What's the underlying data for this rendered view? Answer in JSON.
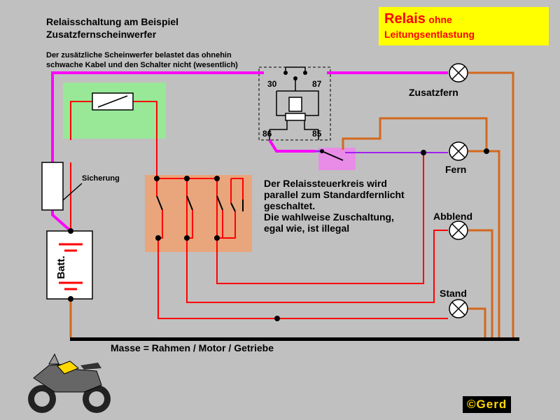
{
  "title_line1": "Relaisschaltung am Beispiel",
  "title_line2": "Zusatzfernscheinwerfer",
  "subtitle_line1": "Der zusätzliche Scheinwerfer belastet das ohnehin",
  "subtitle_line2": "schwache Kabel und den Schalter nicht (wesentlich)",
  "badge": {
    "word1": "Relais",
    "word2": "ohne",
    "line2": "Leitungsentlastung"
  },
  "relay_pins": {
    "p30": "30",
    "p87": "87",
    "p86": "86",
    "p85": "85"
  },
  "lamps": {
    "zusatzfern": "Zusatzfern",
    "fern": "Fern",
    "abblend": "Abblend",
    "stand": "Stand"
  },
  "fuse_label": "Sicherung",
  "battery_label": "Batt.",
  "description": [
    "Der Relaissteuerkreis wird",
    "parallel zum Standardfernlicht",
    "geschaltet.",
    "Die wahlweise Zuschaltung,",
    "egal wie, ist illegal"
  ],
  "ground_label": "Masse = Rahmen / Motor / Getriebe",
  "copyright": "©Gerd",
  "colors": {
    "background": "#c0c0c0",
    "wire_red": "#ff0000",
    "wire_magenta": "#ff00ff",
    "wire_purple": "#a020f0",
    "wire_brown": "#d2691e",
    "highlight_green": "#90ee90",
    "highlight_orange": "#f0a070",
    "highlight_pink": "#ee82ee",
    "badge_yellow": "#ffff00",
    "badge_text": "#ff0000"
  }
}
